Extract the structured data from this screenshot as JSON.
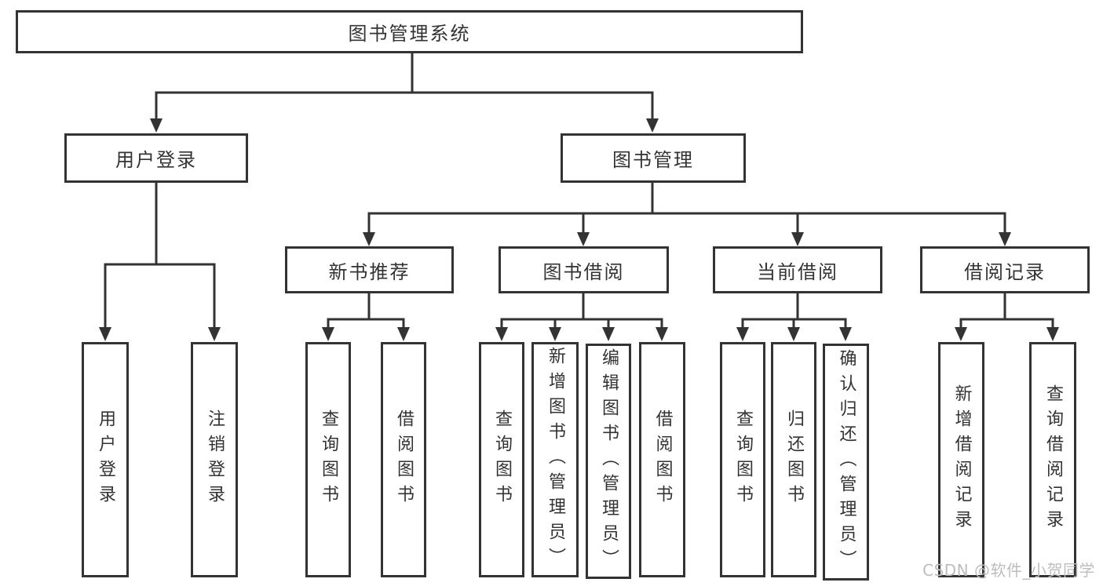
{
  "page": {
    "background": "#ffffff"
  },
  "colors": {
    "line": "#333333",
    "box_border": "#333333",
    "box_fill": "#ffffff",
    "text": "#333333",
    "watermark_text": "#bdbdbd"
  },
  "tree": {
    "root": {
      "label": "图书管理系统",
      "children": [
        {
          "label": "用户登录",
          "children": [
            {
              "label": "用户登录"
            },
            {
              "label": "注销登录"
            }
          ]
        },
        {
          "label": "图书管理",
          "children": [
            {
              "label": "新书推荐",
              "children": [
                {
                  "label": "查询图书"
                },
                {
                  "label": "借阅图书"
                }
              ]
            },
            {
              "label": "图书借阅",
              "children": [
                {
                  "label": "查询图书"
                },
                {
                  "label": "新增图书（管理员）"
                },
                {
                  "label": "编辑图书（管理员）"
                },
                {
                  "label": "借阅图书"
                }
              ]
            },
            {
              "label": "当前借阅",
              "children": [
                {
                  "label": "查询图书"
                },
                {
                  "label": "归还图书"
                },
                {
                  "label": "确认归还（管理员）"
                }
              ]
            },
            {
              "label": "借阅记录",
              "children": [
                {
                  "label": "新增借阅记录"
                },
                {
                  "label": "查询借阅记录"
                }
              ]
            }
          ]
        }
      ]
    }
  },
  "watermark": {
    "text": "CSDN @软件_小贺同学"
  }
}
